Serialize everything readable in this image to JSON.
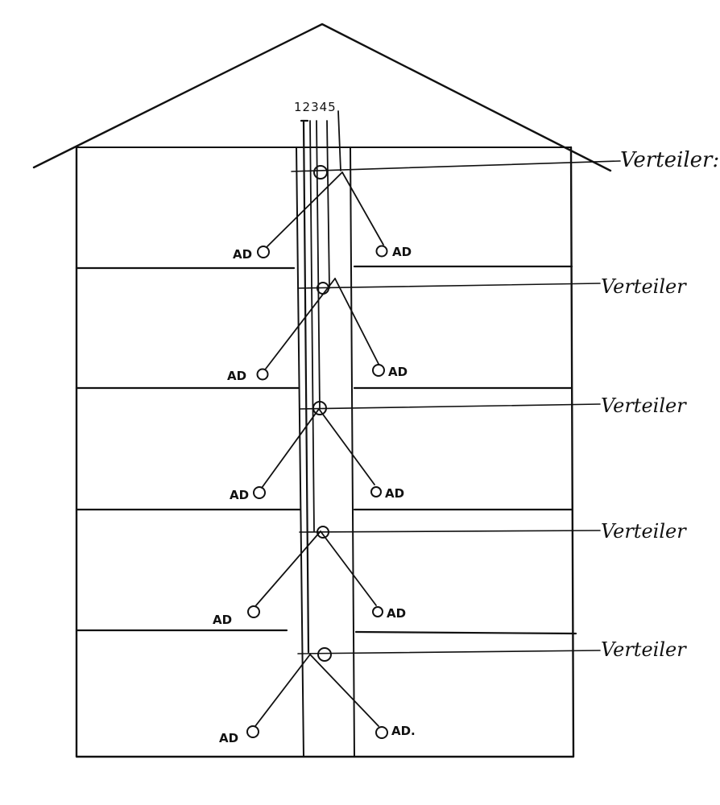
{
  "riser_numbers": "12345",
  "floors": [
    {
      "distributor_label": "Verteiler:",
      "outlet_left": "AD",
      "outlet_right": "AD"
    },
    {
      "distributor_label": "Verteiler",
      "outlet_left": "AD",
      "outlet_right": "AD"
    },
    {
      "distributor_label": "Verteiler",
      "outlet_left": "AD",
      "outlet_right": "AD"
    },
    {
      "distributor_label": "Verteiler",
      "outlet_left": "AD",
      "outlet_right": "AD"
    },
    {
      "distributor_label": "Verteiler",
      "outlet_left": "AD",
      "outlet_right": "AD."
    }
  ]
}
